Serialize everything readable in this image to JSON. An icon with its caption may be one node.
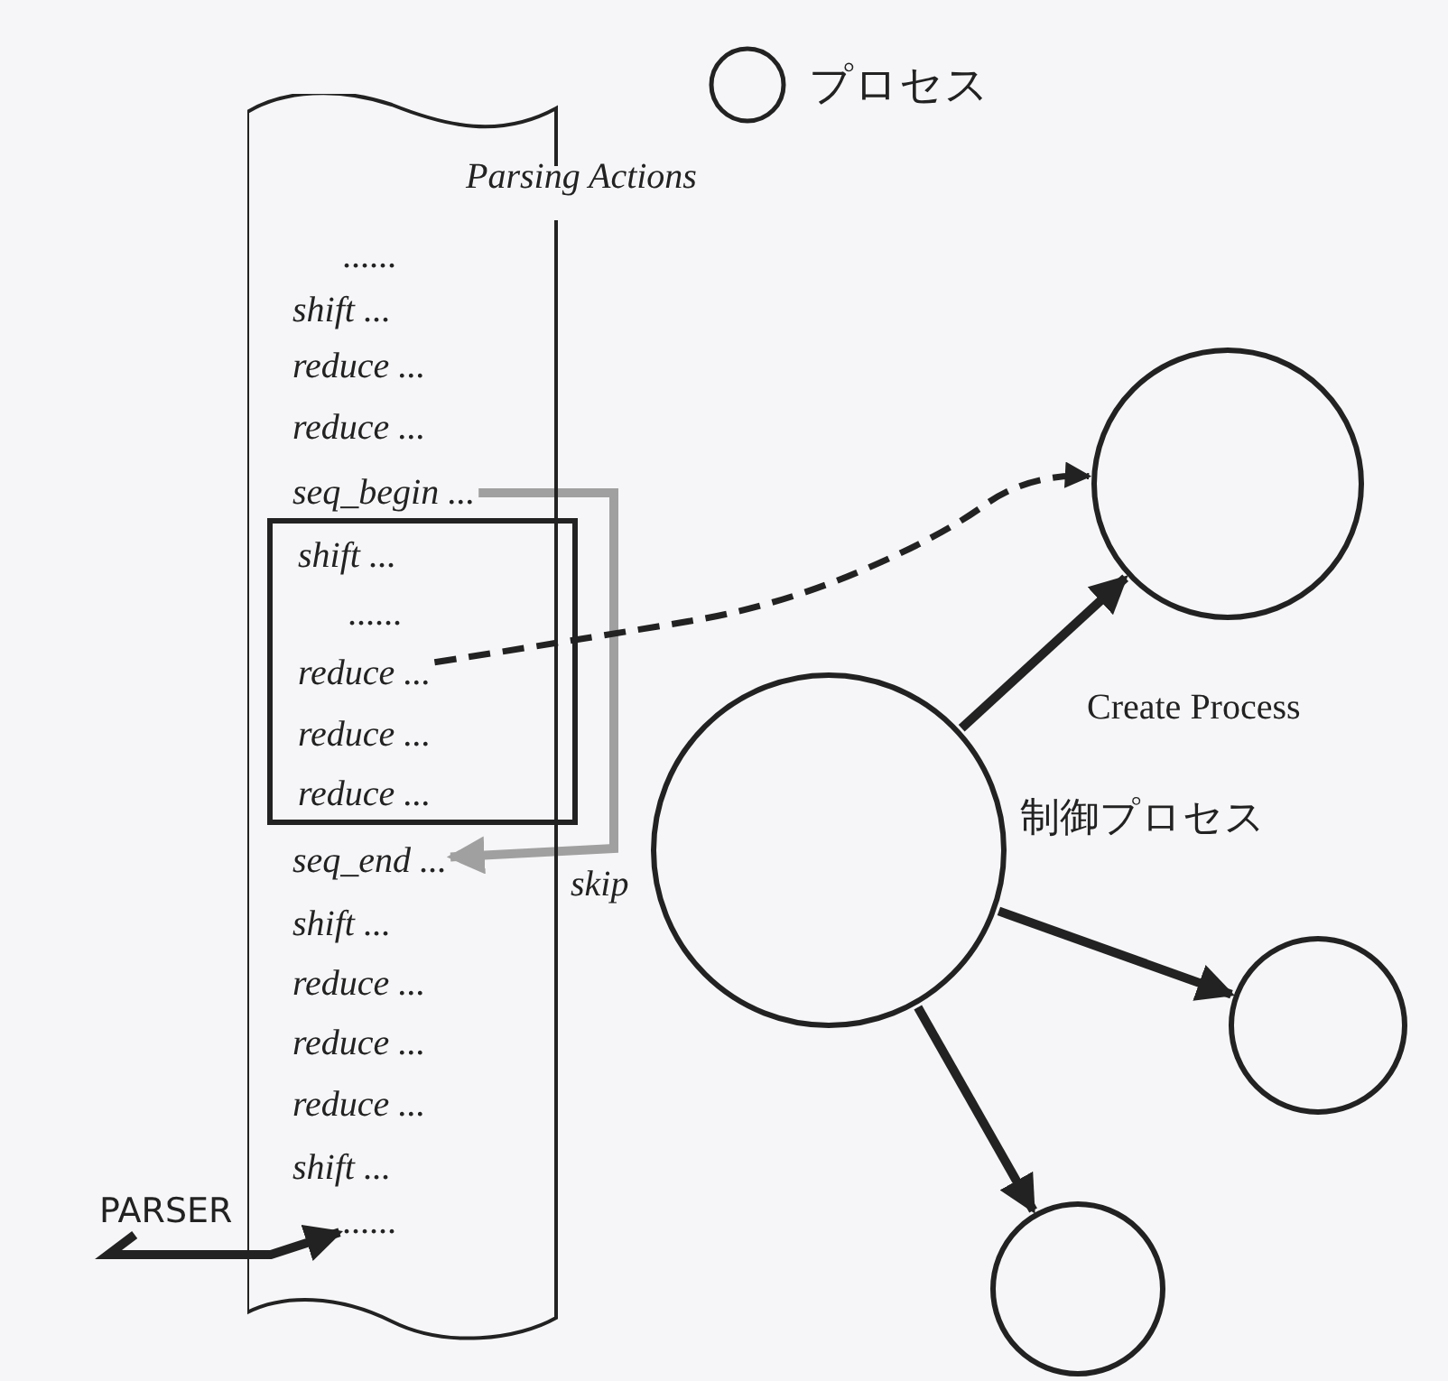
{
  "diagram": {
    "nodes": [
      {
        "text": [
          "Parsing Actions"
        ]
      },
      {
        "text": [
          "......"
        ],
        "in": 0
      },
      {
        "text": [
          "shift ..."
        ],
        "in": 0
      },
      {
        "text": [
          "reduce ..."
        ],
        "in": 0
      },
      {
        "text": [
          "reduce ..."
        ],
        "in": 0
      },
      {
        "text": [
          "seq_begin ..."
        ],
        "in": 0
      },
      {
        "text": [],
        "shape": "box",
        "in": 0
      },
      {
        "text": [
          "shift ..."
        ],
        "in": 6
      },
      {
        "text": [
          "......"
        ],
        "in": 6
      },
      {
        "text": [
          "reduce ..."
        ],
        "in": 6
      },
      {
        "text": [
          "reduce ..."
        ],
        "in": 6
      },
      {
        "text": [
          "reduce ..."
        ],
        "in": 6
      },
      {
        "text": [
          "seq_end ..."
        ],
        "in": 0
      },
      {
        "text": [
          "shift ..."
        ],
        "in": 0
      },
      {
        "text": [
          "reduce ..."
        ],
        "in": 0
      },
      {
        "text": [
          "reduce ..."
        ],
        "in": 0
      },
      {
        "text": [
          "reduce ..."
        ],
        "in": 0
      },
      {
        "text": [
          "shift ..."
        ],
        "in": 0
      },
      {
        "text": [
          "......"
        ],
        "in": 0
      },
      {
        "text": [
          "PARSER"
        ]
      },
      {
        "text": [],
        "shape": "circle",
        "beside": [
          "制御プロセス"
        ]
      },
      {
        "text": [],
        "shape": "circle"
      },
      {
        "text": [],
        "shape": "circle"
      },
      {
        "text": [],
        "shape": "circle"
      }
    ],
    "edges": [
      {
        "from": 5,
        "to": 12,
        "arrow": "to",
        "label": "skip",
        "color": "#a0a0a0"
      },
      {
        "from": 9,
        "to": 21,
        "arrow": "to",
        "style": "dashed"
      },
      {
        "from": 20,
        "to": 21,
        "arrow": "to",
        "label": "Create Process"
      },
      {
        "from": 20,
        "to": 22,
        "arrow": "to"
      },
      {
        "from": 20,
        "to": 23,
        "arrow": "to"
      },
      {
        "from": 19,
        "to": 18,
        "arrow": "to"
      }
    ],
    "legend": [
      {
        "text": "プロセス"
      }
    ]
  }
}
